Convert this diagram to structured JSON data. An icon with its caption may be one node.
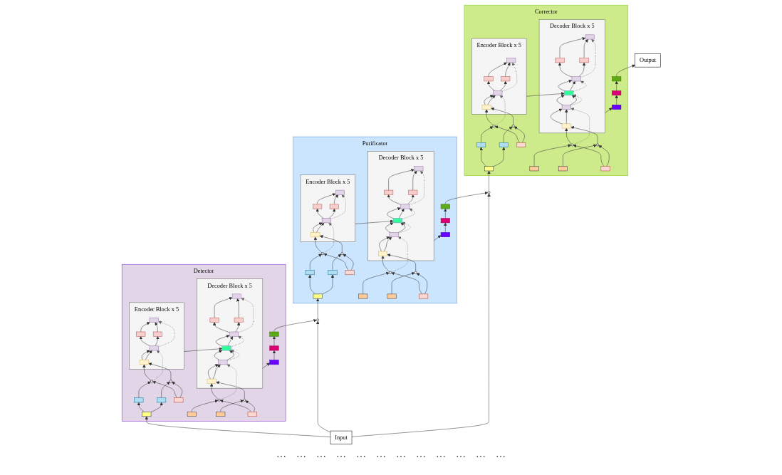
{
  "diagram": {
    "nodes": [
      {
        "text": [
          "Detector"
        ]
      },
      {
        "text": [
          "Encoder Block x 5"
        ],
        "in": 0
      },
      {
        "text": [],
        "shape": "box",
        "in": 1
      },
      {
        "text": [],
        "shape": "box",
        "in": 1
      },
      {
        "text": [],
        "shape": "box",
        "in": 1
      },
      {
        "text": [],
        "shape": "box",
        "in": 1
      },
      {
        "text": [],
        "shape": "box",
        "in": 1
      },
      {
        "text": [
          "Decoder Block x 5"
        ],
        "in": 0
      },
      {
        "text": [],
        "shape": "box",
        "in": 7
      },
      {
        "text": [],
        "shape": "box",
        "in": 7
      },
      {
        "text": [],
        "shape": "box",
        "in": 7
      },
      {
        "text": [],
        "shape": "box",
        "in": 7
      },
      {
        "text": [],
        "shape": "box",
        "in": 7
      },
      {
        "text": [],
        "shape": "box",
        "in": 7
      },
      {
        "text": [],
        "shape": "box",
        "in": 7
      },
      {
        "text": [],
        "shape": "box",
        "in": 0
      },
      {
        "text": [],
        "shape": "box",
        "in": 0
      },
      {
        "text": [],
        "shape": "box",
        "in": 0
      },
      {
        "text": [],
        "shape": "box",
        "in": 0
      },
      {
        "text": [],
        "shape": "box",
        "in": 0
      },
      {
        "text": [],
        "shape": "box",
        "in": 0
      },
      {
        "text": [],
        "shape": "circle",
        "in": 0
      },
      {
        "text": [],
        "shape": "box",
        "in": 0
      },
      {
        "text": [],
        "shape": "circle",
        "in": 0
      },
      {
        "text": [],
        "shape": "box",
        "in": 0
      },
      {
        "text": [],
        "shape": "box",
        "in": 0
      },
      {
        "text": [],
        "shape": "circle",
        "in": 0
      },
      {
        "text": [],
        "shape": "box",
        "in": 0
      },
      {
        "text": [],
        "shape": "circle",
        "in": 0
      },
      {
        "text": [
          "Purificator"
        ]
      },
      {
        "text": [
          "Encoder Block x 5"
        ],
        "in": 29
      },
      {
        "text": [],
        "shape": "box",
        "in": 30
      },
      {
        "text": [],
        "shape": "box",
        "in": 30
      },
      {
        "text": [],
        "shape": "box",
        "in": 30
      },
      {
        "text": [],
        "shape": "box",
        "in": 30
      },
      {
        "text": [],
        "shape": "box",
        "in": 30
      },
      {
        "text": [
          "Decoder Block x 5"
        ],
        "in": 29
      },
      {
        "text": [],
        "shape": "box",
        "in": 36
      },
      {
        "text": [],
        "shape": "box",
        "in": 36
      },
      {
        "text": [],
        "shape": "box",
        "in": 36
      },
      {
        "text": [],
        "shape": "box",
        "in": 36
      },
      {
        "text": [],
        "shape": "box",
        "in": 36
      },
      {
        "text": [],
        "shape": "box",
        "in": 36
      },
      {
        "text": [],
        "shape": "box",
        "in": 36
      },
      {
        "text": [],
        "shape": "box",
        "in": 29
      },
      {
        "text": [],
        "shape": "box",
        "in": 29
      },
      {
        "text": [],
        "shape": "box",
        "in": 29
      },
      {
        "text": [],
        "shape": "box",
        "in": 29
      },
      {
        "text": [],
        "shape": "box",
        "in": 29
      },
      {
        "text": [],
        "shape": "box",
        "in": 29
      },
      {
        "text": [],
        "shape": "circle",
        "in": 29
      },
      {
        "text": [],
        "shape": "box",
        "in": 29
      },
      {
        "text": [],
        "shape": "circle",
        "in": 29
      },
      {
        "text": [],
        "shape": "box",
        "in": 29
      },
      {
        "text": [],
        "shape": "box",
        "in": 29
      },
      {
        "text": [],
        "shape": "circle",
        "in": 29
      },
      {
        "text": [],
        "shape": "box",
        "in": 29
      },
      {
        "text": [],
        "shape": "circle",
        "in": 29
      },
      {
        "text": [
          "Corrector"
        ]
      },
      {
        "text": [
          "Encoder Block x 5"
        ],
        "in": 58
      },
      {
        "text": [],
        "shape": "box",
        "in": 59
      },
      {
        "text": [],
        "shape": "box",
        "in": 59
      },
      {
        "text": [],
        "shape": "box",
        "in": 59
      },
      {
        "text": [],
        "shape": "box",
        "in": 59
      },
      {
        "text": [],
        "shape": "box",
        "in": 59
      },
      {
        "text": [
          "Decoder Block x 5"
        ],
        "in": 58
      },
      {
        "text": [],
        "shape": "box",
        "in": 65
      },
      {
        "text": [],
        "shape": "box",
        "in": 65
      },
      {
        "text": [],
        "shape": "box",
        "in": 65
      },
      {
        "text": [],
        "shape": "box",
        "in": 65
      },
      {
        "text": [],
        "shape": "box",
        "in": 65
      },
      {
        "text": [],
        "shape": "box",
        "in": 65
      },
      {
        "text": [],
        "shape": "box",
        "in": 65
      },
      {
        "text": [],
        "shape": "box",
        "in": 58
      },
      {
        "text": [],
        "shape": "box",
        "in": 58
      },
      {
        "text": [],
        "shape": "box",
        "in": 58
      },
      {
        "text": [],
        "shape": "box",
        "in": 58
      },
      {
        "text": [],
        "shape": "box",
        "in": 58
      },
      {
        "text": [],
        "shape": "box",
        "in": 58
      },
      {
        "text": [],
        "shape": "circle",
        "in": 58
      },
      {
        "text": [],
        "shape": "box",
        "in": 58
      },
      {
        "text": [],
        "shape": "circle",
        "in": 58
      },
      {
        "text": [],
        "shape": "box",
        "in": 58
      },
      {
        "text": [],
        "shape": "box",
        "in": 58
      },
      {
        "text": [],
        "shape": "circle",
        "in": 58
      },
      {
        "text": [],
        "shape": "box",
        "in": 58
      },
      {
        "text": [],
        "shape": "circle",
        "in": 58
      },
      {
        "text": [
          "Input"
        ]
      },
      {
        "text": [
          "Output"
        ]
      },
      {
        "text": [],
        "shape": "circle"
      },
      {
        "text": [],
        "shape": "circle"
      }
    ],
    "edges": [
      {
        "from": 18,
        "to": 19,
        "arrow": "to"
      },
      {
        "from": 18,
        "to": 20,
        "arrow": "to"
      },
      {
        "from": 19,
        "to": 21,
        "arrow": "to"
      },
      {
        "from": 20,
        "to": 23,
        "arrow": "to"
      },
      {
        "from": 22,
        "to": 21,
        "arrow": "to"
      },
      {
        "from": 22,
        "to": 23,
        "arrow": "to"
      },
      {
        "from": 21,
        "to": 2,
        "arrow": "to"
      },
      {
        "from": 23,
        "to": 2,
        "arrow": "to"
      },
      {
        "from": 2,
        "to": 3,
        "arrow": "to"
      },
      {
        "from": 2,
        "to": 3,
        "arrow": "to"
      },
      {
        "from": 3,
        "to": 4,
        "arrow": "to"
      },
      {
        "from": 3,
        "to": 5,
        "arrow": "to"
      },
      {
        "from": 4,
        "to": 6,
        "arrow": "to"
      },
      {
        "from": 5,
        "to": 6,
        "arrow": "to"
      },
      {
        "from": 21,
        "to": 3,
        "arrow": "to",
        "style": "dashed"
      },
      {
        "from": 3,
        "to": 6,
        "arrow": "to",
        "style": "dashed"
      },
      {
        "from": 1,
        "to": 10,
        "arrow": "to"
      },
      {
        "from": 24,
        "to": 26,
        "arrow": "to"
      },
      {
        "from": 25,
        "to": 28,
        "arrow": "to"
      },
      {
        "from": 27,
        "to": 26,
        "arrow": "to"
      },
      {
        "from": 27,
        "to": 28,
        "arrow": "to"
      },
      {
        "from": 26,
        "to": 8,
        "arrow": "to"
      },
      {
        "from": 28,
        "to": 8,
        "arrow": "to"
      },
      {
        "from": 8,
        "to": 9,
        "arrow": "to"
      },
      {
        "from": 8,
        "to": 9,
        "arrow": "to"
      },
      {
        "from": 9,
        "to": 10,
        "arrow": "to"
      },
      {
        "from": 9,
        "to": 10,
        "arrow": "to"
      },
      {
        "from": 10,
        "to": 11,
        "arrow": "to"
      },
      {
        "from": 10,
        "to": 11,
        "arrow": "to"
      },
      {
        "from": 11,
        "to": 12,
        "arrow": "to"
      },
      {
        "from": 11,
        "to": 13,
        "arrow": "to"
      },
      {
        "from": 12,
        "to": 14,
        "arrow": "to"
      },
      {
        "from": 13,
        "to": 14,
        "arrow": "to"
      },
      {
        "from": 26,
        "to": 9,
        "arrow": "to",
        "style": "dashed"
      },
      {
        "from": 9,
        "to": 10,
        "arrow": "to",
        "style": "dashed"
      },
      {
        "from": 10,
        "to": 11,
        "arrow": "to",
        "style": "dashed"
      },
      {
        "from": 11,
        "to": 14,
        "arrow": "to",
        "style": "dashed"
      },
      {
        "from": 7,
        "to": 15,
        "arrow": "to"
      },
      {
        "from": 15,
        "to": 16,
        "arrow": "to"
      },
      {
        "from": 16,
        "to": 17,
        "arrow": "to"
      },
      {
        "from": 47,
        "to": 48,
        "arrow": "to"
      },
      {
        "from": 47,
        "to": 49,
        "arrow": "to"
      },
      {
        "from": 48,
        "to": 50,
        "arrow": "to"
      },
      {
        "from": 49,
        "to": 52,
        "arrow": "to"
      },
      {
        "from": 51,
        "to": 50,
        "arrow": "to"
      },
      {
        "from": 51,
        "to": 52,
        "arrow": "to"
      },
      {
        "from": 50,
        "to": 31,
        "arrow": "to"
      },
      {
        "from": 52,
        "to": 31,
        "arrow": "to"
      },
      {
        "from": 31,
        "to": 32,
        "arrow": "to"
      },
      {
        "from": 31,
        "to": 32,
        "arrow": "to"
      },
      {
        "from": 32,
        "to": 33,
        "arrow": "to"
      },
      {
        "from": 32,
        "to": 34,
        "arrow": "to"
      },
      {
        "from": 33,
        "to": 35,
        "arrow": "to"
      },
      {
        "from": 34,
        "to": 35,
        "arrow": "to"
      },
      {
        "from": 50,
        "to": 32,
        "arrow": "to",
        "style": "dashed"
      },
      {
        "from": 32,
        "to": 35,
        "arrow": "to",
        "style": "dashed"
      },
      {
        "from": 30,
        "to": 39,
        "arrow": "to"
      },
      {
        "from": 53,
        "to": 55,
        "arrow": "to"
      },
      {
        "from": 54,
        "to": 57,
        "arrow": "to"
      },
      {
        "from": 56,
        "to": 55,
        "arrow": "to"
      },
      {
        "from": 56,
        "to": 57,
        "arrow": "to"
      },
      {
        "from": 55,
        "to": 37,
        "arrow": "to"
      },
      {
        "from": 57,
        "to": 37,
        "arrow": "to"
      },
      {
        "from": 37,
        "to": 38,
        "arrow": "to"
      },
      {
        "from": 37,
        "to": 38,
        "arrow": "to"
      },
      {
        "from": 38,
        "to": 39,
        "arrow": "to"
      },
      {
        "from": 38,
        "to": 39,
        "arrow": "to"
      },
      {
        "from": 39,
        "to": 40,
        "arrow": "to"
      },
      {
        "from": 39,
        "to": 40,
        "arrow": "to"
      },
      {
        "from": 40,
        "to": 41,
        "arrow": "to"
      },
      {
        "from": 40,
        "to": 42,
        "arrow": "to"
      },
      {
        "from": 41,
        "to": 43,
        "arrow": "to"
      },
      {
        "from": 42,
        "to": 43,
        "arrow": "to"
      },
      {
        "from": 55,
        "to": 38,
        "arrow": "to",
        "style": "dashed"
      },
      {
        "from": 38,
        "to": 39,
        "arrow": "to",
        "style": "dashed"
      },
      {
        "from": 39,
        "to": 40,
        "arrow": "to",
        "style": "dashed"
      },
      {
        "from": 40,
        "to": 43,
        "arrow": "to",
        "style": "dashed"
      },
      {
        "from": 36,
        "to": 44,
        "arrow": "to"
      },
      {
        "from": 44,
        "to": 45,
        "arrow": "to"
      },
      {
        "from": 45,
        "to": 46,
        "arrow": "to"
      },
      {
        "from": 76,
        "to": 77,
        "arrow": "to"
      },
      {
        "from": 76,
        "to": 78,
        "arrow": "to"
      },
      {
        "from": 77,
        "to": 79,
        "arrow": "to"
      },
      {
        "from": 78,
        "to": 81,
        "arrow": "to"
      },
      {
        "from": 80,
        "to": 79,
        "arrow": "to"
      },
      {
        "from": 80,
        "to": 81,
        "arrow": "to"
      },
      {
        "from": 79,
        "to": 60,
        "arrow": "to"
      },
      {
        "from": 81,
        "to": 60,
        "arrow": "to"
      },
      {
        "from": 60,
        "to": 61,
        "arrow": "to"
      },
      {
        "from": 60,
        "to": 61,
        "arrow": "to"
      },
      {
        "from": 61,
        "to": 62,
        "arrow": "to"
      },
      {
        "from": 61,
        "to": 63,
        "arrow": "to"
      },
      {
        "from": 62,
        "to": 64,
        "arrow": "to"
      },
      {
        "from": 63,
        "to": 64,
        "arrow": "to"
      },
      {
        "from": 79,
        "to": 61,
        "arrow": "to",
        "style": "dashed"
      },
      {
        "from": 61,
        "to": 64,
        "arrow": "to",
        "style": "dashed"
      },
      {
        "from": 59,
        "to": 68,
        "arrow": "to"
      },
      {
        "from": 82,
        "to": 84,
        "arrow": "to"
      },
      {
        "from": 83,
        "to": 86,
        "arrow": "to"
      },
      {
        "from": 85,
        "to": 84,
        "arrow": "to"
      },
      {
        "from": 85,
        "to": 86,
        "arrow": "to"
      },
      {
        "from": 84,
        "to": 66,
        "arrow": "to"
      },
      {
        "from": 86,
        "to": 66,
        "arrow": "to"
      },
      {
        "from": 66,
        "to": 67,
        "arrow": "to"
      },
      {
        "from": 66,
        "to": 67,
        "arrow": "to"
      },
      {
        "from": 67,
        "to": 68,
        "arrow": "to"
      },
      {
        "from": 67,
        "to": 68,
        "arrow": "to"
      },
      {
        "from": 68,
        "to": 69,
        "arrow": "to"
      },
      {
        "from": 68,
        "to": 69,
        "arrow": "to"
      },
      {
        "from": 69,
        "to": 70,
        "arrow": "to"
      },
      {
        "from": 69,
        "to": 71,
        "arrow": "to"
      },
      {
        "from": 70,
        "to": 72,
        "arrow": "to"
      },
      {
        "from": 71,
        "to": 72,
        "arrow": "to"
      },
      {
        "from": 84,
        "to": 67,
        "arrow": "to",
        "style": "dashed"
      },
      {
        "from": 67,
        "to": 68,
        "arrow": "to",
        "style": "dashed"
      },
      {
        "from": 68,
        "to": 69,
        "arrow": "to",
        "style": "dashed"
      },
      {
        "from": 69,
        "to": 72,
        "arrow": "to",
        "style": "dashed"
      },
      {
        "from": 65,
        "to": 73,
        "arrow": "to"
      },
      {
        "from": 73,
        "to": 74,
        "arrow": "to"
      },
      {
        "from": 74,
        "to": 75,
        "arrow": "to"
      },
      {
        "from": 87,
        "to": 18,
        "arrow": "to"
      },
      {
        "from": 87,
        "to": 89,
        "arrow": "to"
      },
      {
        "from": 17,
        "to": 89,
        "arrow": "to"
      },
      {
        "from": 89,
        "to": 47,
        "arrow": "to"
      },
      {
        "from": 46,
        "to": 90,
        "arrow": "to"
      },
      {
        "from": 87,
        "to": 90,
        "arrow": "to"
      },
      {
        "from": 90,
        "to": 76,
        "arrow": "to"
      },
      {
        "from": 75,
        "to": 88,
        "arrow": "to"
      }
    ],
    "labels": [
      "…",
      "…",
      "…",
      "…",
      "…",
      "…",
      "…",
      "…",
      "…",
      "…",
      "…",
      "…"
    ]
  }
}
